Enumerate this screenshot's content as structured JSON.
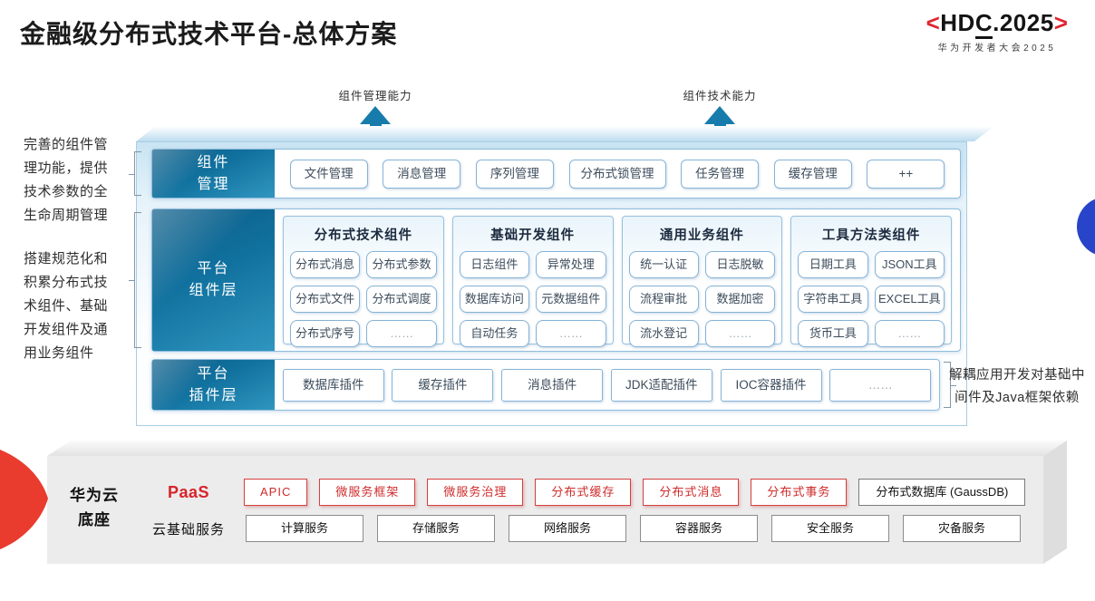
{
  "header": {
    "title": "金融级分布式技术平台-总体方案",
    "logo": {
      "lb": "<",
      "pre": "HD",
      "underlined": "C",
      "post": ".2025",
      "rb": ">",
      "subtitle": "华为开发者大会2025"
    }
  },
  "arrows": [
    {
      "label": "组件管理能力"
    },
    {
      "label": "组件技术能力"
    }
  ],
  "left_notes": [
    "完善的组件管理功能，提供技术参数的全生命周期管理",
    "搭建规范化和积累分布式技术组件、基础开发组件及通用业务组件"
  ],
  "right_note": "解耦应用开发对基础中间件及Java框架依赖",
  "platform": {
    "rows": [
      {
        "label_lines": [
          "组件",
          "管理"
        ],
        "items": [
          "文件管理",
          "消息管理",
          "序列管理",
          "分布式锁管理",
          "任务管理",
          "缓存管理",
          "++"
        ]
      },
      {
        "label_lines": [
          "平台",
          "组件层"
        ],
        "columns": [
          {
            "title": "分布式技术组件",
            "items": [
              "分布式消息",
              "分布式参数",
              "分布式文件",
              "分布式调度",
              "分布式序号",
              "……"
            ]
          },
          {
            "title": "基础开发组件",
            "items": [
              "日志组件",
              "异常处理",
              "数据库访问",
              "元数据组件",
              "自动任务",
              "……"
            ]
          },
          {
            "title": "通用业务组件",
            "items": [
              "统一认证",
              "日志脱敏",
              "流程审批",
              "数据加密",
              "流水登记",
              "……"
            ]
          },
          {
            "title": "工具方法类组件",
            "items": [
              "日期工具",
              "JSON工具",
              "字符串工具",
              "EXCEL工具",
              "货币工具",
              "……"
            ]
          }
        ]
      },
      {
        "label_lines": [
          "平台",
          "插件层"
        ],
        "items": [
          "数据库插件",
          "缓存插件",
          "消息插件",
          "JDK适配插件",
          "IOC容器插件",
          "……"
        ]
      }
    ]
  },
  "cloud_base": {
    "label_lines": [
      "华为云",
      "底座"
    ],
    "paas": {
      "label": "PaaS",
      "items": [
        "APIC",
        "微服务框架",
        "微服务治理",
        "分布式缓存",
        "分布式消息",
        "分布式事务"
      ],
      "db_item": "分布式数据库 (GaussDB)"
    },
    "iaas": {
      "label": "云基础服务",
      "items": [
        "计算服务",
        "存储服务",
        "网络服务",
        "容器服务",
        "安全服务",
        "灾备服务"
      ]
    }
  },
  "colors": {
    "teal_dark": "#0b5b86",
    "teal_light": "#2f96c0",
    "arrow_teal": "#177cab",
    "chip_border_blue": "#85b3d6",
    "red_accent": "#d8232b",
    "wedge_red": "#e93b2e",
    "dot_blue": "#2845c9",
    "slab_gray": "#ececec"
  }
}
